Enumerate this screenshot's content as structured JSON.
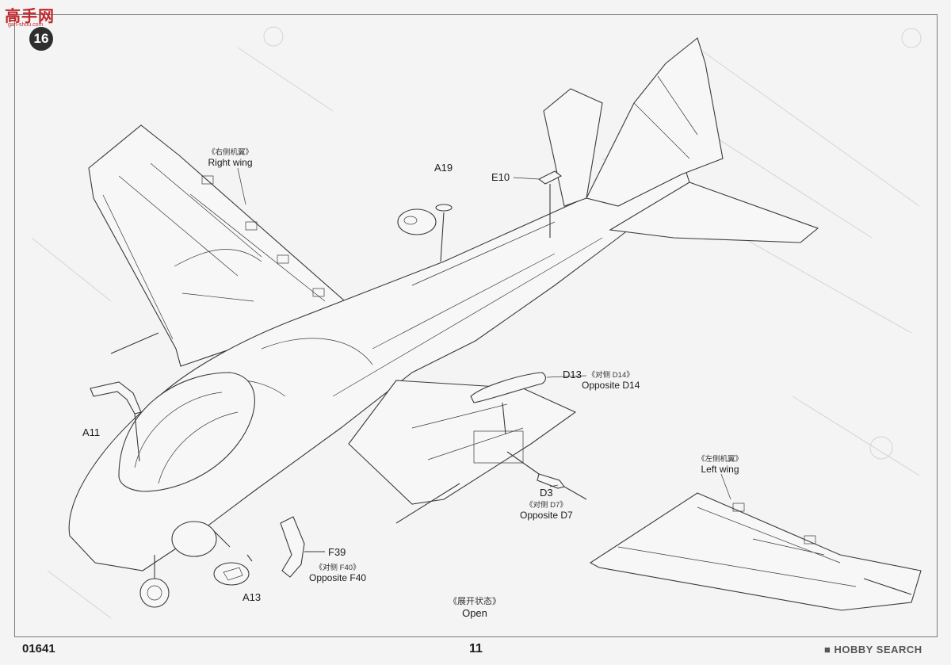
{
  "watermark": {
    "brand": "高手网",
    "url": "gan-shou.com"
  },
  "step_number": "16",
  "labels": {
    "right_wing_cn": "《右侧机翼》",
    "right_wing": "Right wing",
    "left_wing_cn": "《左侧机翼》",
    "left_wing": "Left wing",
    "a19": "A19",
    "e10": "E10",
    "d13": "D13",
    "d14_cn": "《对侧 D14》",
    "d14": "Opposite D14",
    "a11": "A11",
    "d3": "D3",
    "d7_cn": "《对侧 D7》",
    "d7": "Opposite D7",
    "f39": "F39",
    "f40_cn": "《对侧 F40》",
    "f40": "Opposite F40",
    "a13": "A13",
    "open_cn": "《展开状态》",
    "open": "Open"
  },
  "footer": {
    "kit_number": "01641",
    "page_number": "11",
    "source_brand": "HOBBY SEARCH"
  },
  "colors": {
    "line": "#3a3a3a",
    "paper": "#f4f4f5",
    "watermark": "#c0282c"
  }
}
